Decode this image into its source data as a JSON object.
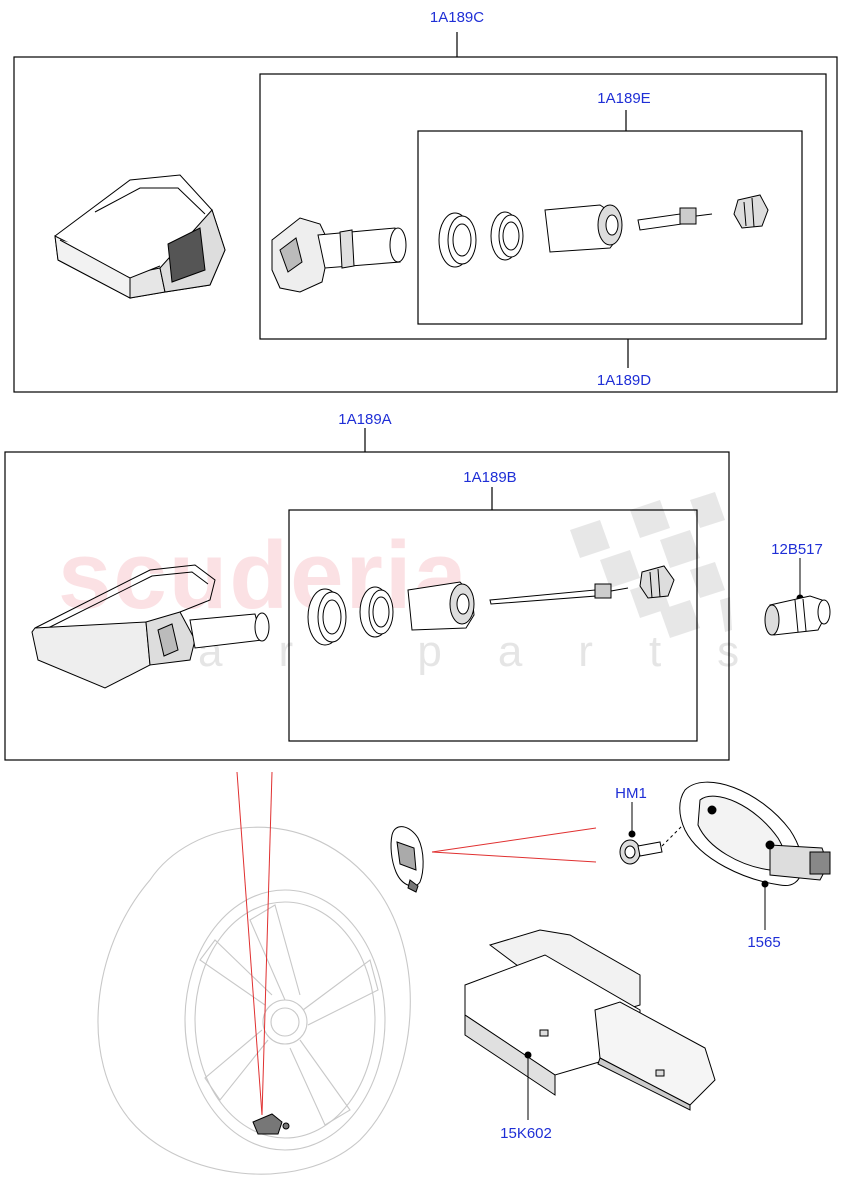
{
  "callouts": {
    "c1a189c": "1A189C",
    "c1a189e": "1A189E",
    "c1a189d": "1A189D",
    "c1a189a": "1A189A",
    "c1a189b": "1A189B",
    "c12b517": "12B517",
    "chm1": "HM1",
    "c1565": "1565",
    "c15k602": "15K602"
  },
  "watermark": {
    "main": "scuderia",
    "sub": "car parts"
  },
  "colors": {
    "callout_text": "#1f2fd6",
    "line": "#000000",
    "leader_red": "#e03030",
    "wheel_ghost": "#c8c8c8"
  }
}
